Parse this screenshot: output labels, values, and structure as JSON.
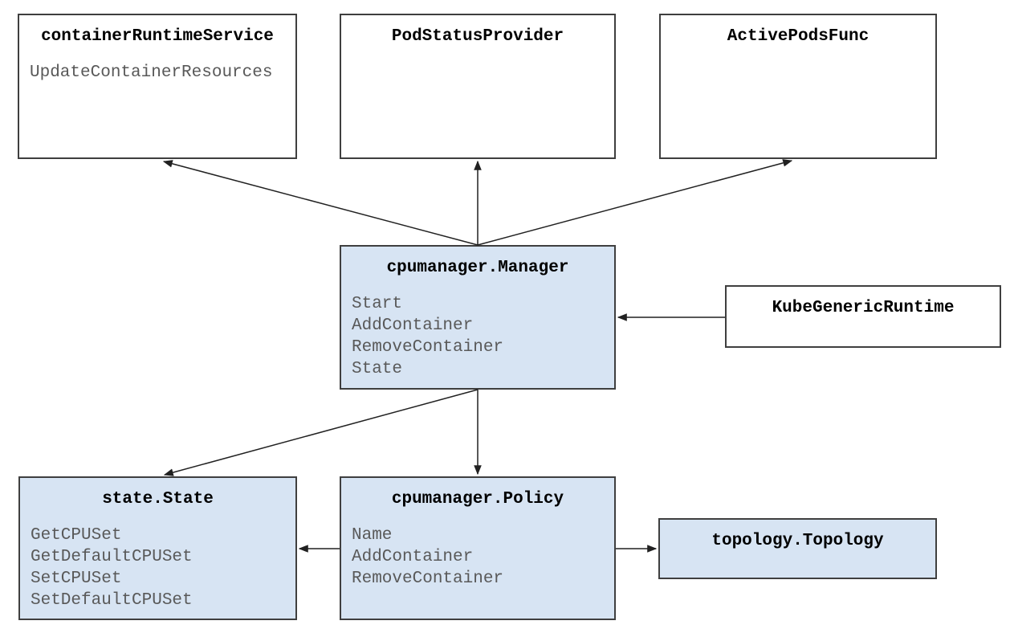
{
  "diagram": {
    "description": "CPU Manager component relationship diagram",
    "colors": {
      "node_fill_blue": "#d7e4f3",
      "node_fill_white": "#ffffff",
      "node_border": "#3f3f3f",
      "title_text": "#000000",
      "method_text": "#595959",
      "arrow": "#212121",
      "background": "#ffffff"
    },
    "nodes": {
      "container_runtime_service": {
        "title": "containerRuntimeService",
        "methods": [
          "UpdateContainerResources"
        ],
        "fill": "white"
      },
      "pod_status_provider": {
        "title": "PodStatusProvider",
        "methods": [],
        "fill": "white"
      },
      "active_pods_func": {
        "title": "ActivePodsFunc",
        "methods": [],
        "fill": "white"
      },
      "cpumanager_manager": {
        "title": "cpumanager.Manager",
        "methods": [
          "Start",
          "AddContainer",
          "RemoveContainer",
          "State"
        ],
        "fill": "blue"
      },
      "kube_generic_runtime": {
        "title": "KubeGenericRuntime",
        "methods": [],
        "fill": "white"
      },
      "state_state": {
        "title": "state.State",
        "methods": [
          "GetCPUSet",
          "GetDefaultCPUSet",
          "SetCPUSet",
          "SetDefaultCPUSet"
        ],
        "fill": "blue"
      },
      "cpumanager_policy": {
        "title": "cpumanager.Policy",
        "methods": [
          "Name",
          "AddContainer",
          "RemoveContainer"
        ],
        "fill": "blue"
      },
      "topology_topology": {
        "title": "topology.Topology",
        "methods": [],
        "fill": "blue"
      }
    },
    "edges": [
      {
        "from": "cpumanager.Manager",
        "to": "containerRuntimeService"
      },
      {
        "from": "cpumanager.Manager",
        "to": "PodStatusProvider"
      },
      {
        "from": "cpumanager.Manager",
        "to": "ActivePodsFunc"
      },
      {
        "from": "KubeGenericRuntime",
        "to": "cpumanager.Manager"
      },
      {
        "from": "cpumanager.Manager",
        "to": "state.State"
      },
      {
        "from": "cpumanager.Manager",
        "to": "cpumanager.Policy"
      },
      {
        "from": "cpumanager.Policy",
        "to": "state.State"
      },
      {
        "from": "cpumanager.Policy",
        "to": "topology.Topology"
      }
    ]
  }
}
